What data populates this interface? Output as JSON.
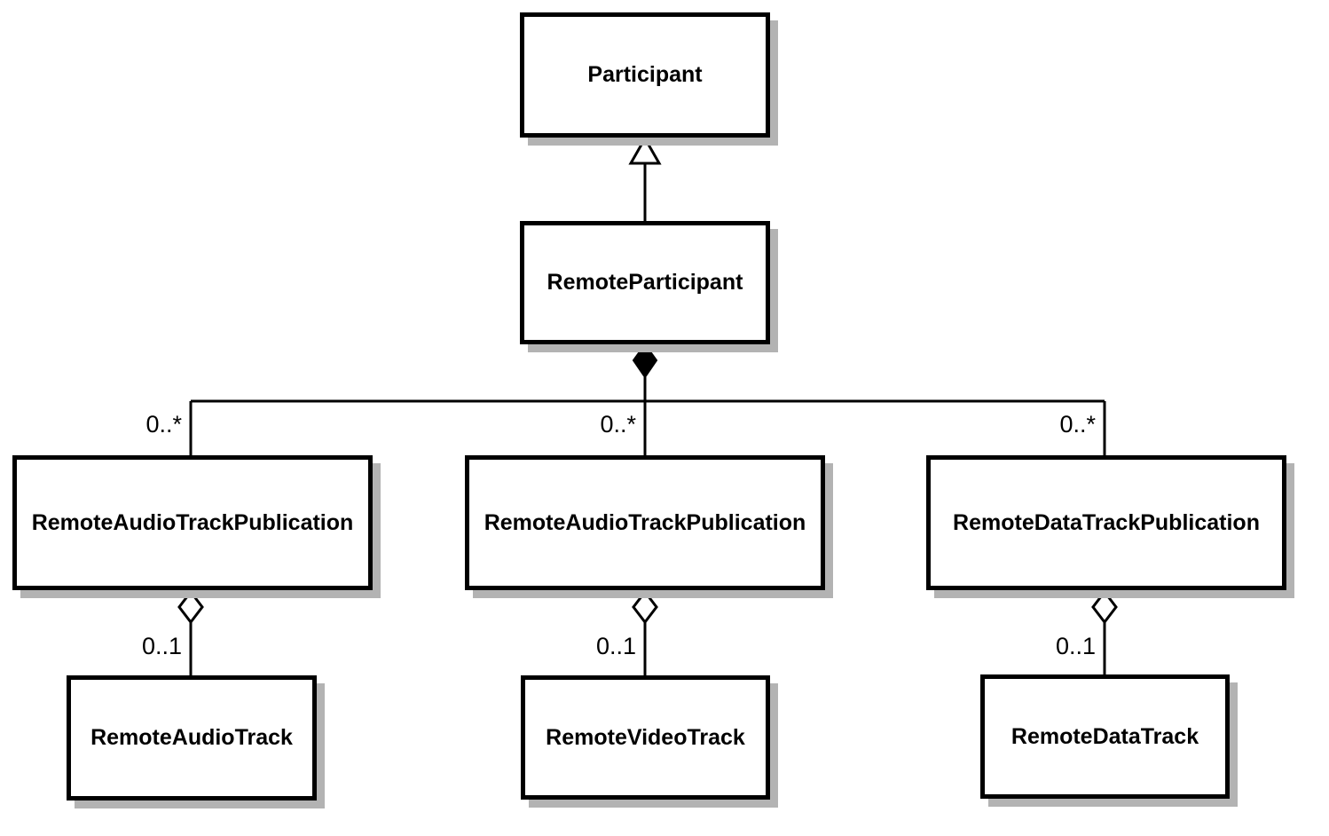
{
  "diagram": {
    "kind": "uml-class-diagram",
    "classes": {
      "participant": "Participant",
      "remote_participant": "RemoteParticipant",
      "publications": [
        "RemoteAudioTrackPublication",
        "RemoteAudioTrackPublication",
        "RemoteDataTrackPublication"
      ],
      "tracks": [
        "RemoteAudioTrack",
        "RemoteVideoTrack",
        "RemoteDataTrack"
      ]
    },
    "multiplicities": {
      "composition": [
        "0..*",
        "0..*",
        "0..*"
      ],
      "aggregation": [
        "0..1",
        "0..1",
        "0..1"
      ]
    },
    "relationships": [
      {
        "type": "generalization",
        "from": "RemoteParticipant",
        "to": "Participant"
      },
      {
        "type": "composition",
        "from": "RemoteParticipant",
        "to": "RemoteAudioTrackPublication",
        "multiplicity": "0..*"
      },
      {
        "type": "composition",
        "from": "RemoteParticipant",
        "to": "RemoteAudioTrackPublication",
        "multiplicity": "0..*"
      },
      {
        "type": "composition",
        "from": "RemoteParticipant",
        "to": "RemoteDataTrackPublication",
        "multiplicity": "0..*"
      },
      {
        "type": "aggregation",
        "from": "RemoteAudioTrackPublication",
        "to": "RemoteAudioTrack",
        "multiplicity": "0..1"
      },
      {
        "type": "aggregation",
        "from": "RemoteAudioTrackPublication",
        "to": "RemoteVideoTrack",
        "multiplicity": "0..1"
      },
      {
        "type": "aggregation",
        "from": "RemoteDataTrackPublication",
        "to": "RemoteDataTrack",
        "multiplicity": "0..1"
      }
    ],
    "colors": {
      "box_border": "#000000",
      "box_fill": "#ffffff",
      "shadow": "#b3b3b3",
      "background": "#ffffff",
      "text": "#000000"
    }
  }
}
